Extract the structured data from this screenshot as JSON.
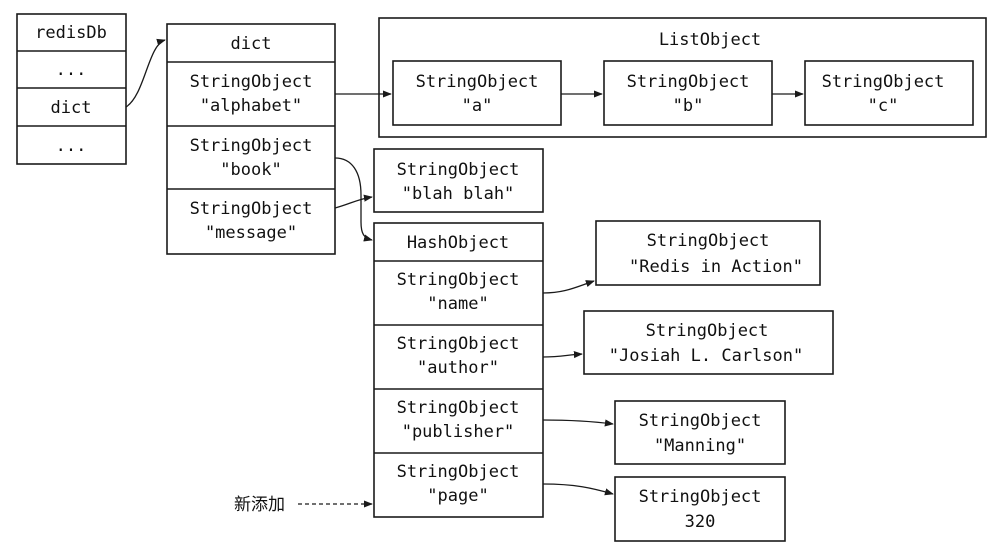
{
  "redisdb": {
    "title": "redisDb",
    "cells": [
      "...",
      "dict",
      "..."
    ]
  },
  "dict": {
    "title": "dict",
    "entries": [
      {
        "type": "StringObject",
        "key": "\"alphabet\""
      },
      {
        "type": "StringObject",
        "key": "\"book\""
      },
      {
        "type": "StringObject",
        "key": "\"message\""
      }
    ]
  },
  "list_object": {
    "title": "ListObject",
    "items": [
      {
        "type": "StringObject",
        "value": "\"a\""
      },
      {
        "type": "StringObject",
        "value": "\"b\""
      },
      {
        "type": "StringObject",
        "value": "\"c\""
      }
    ]
  },
  "message_value": {
    "type": "StringObject",
    "value": "\"blah blah\""
  },
  "hash_object": {
    "title": "HashObject",
    "fields": [
      {
        "type": "StringObject",
        "key": "\"name\"",
        "value_type": "StringObject",
        "value": "\"Redis in Action\""
      },
      {
        "type": "StringObject",
        "key": "\"author\"",
        "value_type": "StringObject",
        "value": "\"Josiah L. Carlson\""
      },
      {
        "type": "StringObject",
        "key": "\"publisher\"",
        "value_type": "StringObject",
        "value": "\"Manning\""
      },
      {
        "type": "StringObject",
        "key": "\"page\"",
        "value_type": "StringObject",
        "value": "320"
      }
    ]
  },
  "annotation": {
    "label": "新添加"
  }
}
